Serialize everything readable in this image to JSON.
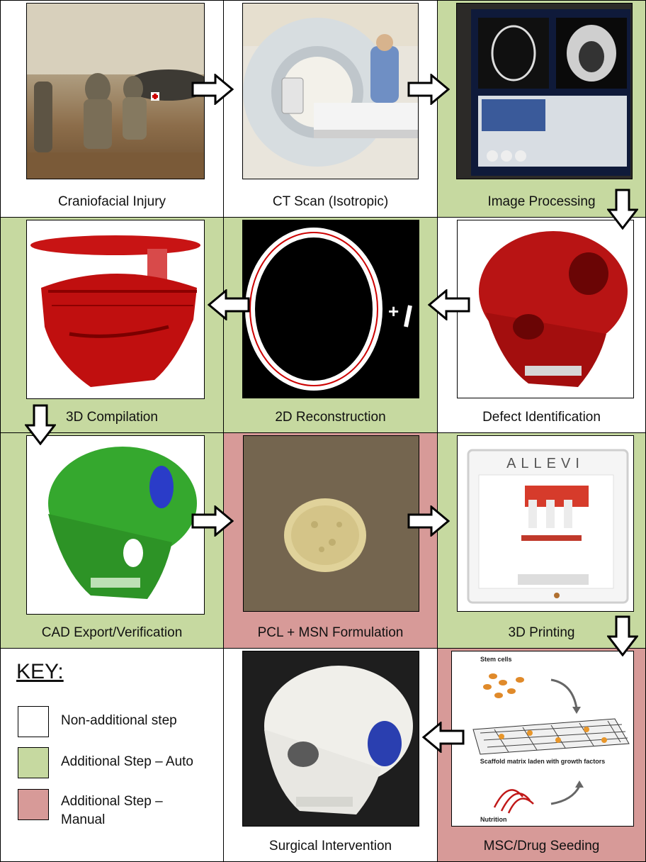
{
  "steps": {
    "s1": "Craniofacial Injury",
    "s2": "CT Scan (Isotropic)",
    "s3": "Image Processing",
    "s4": "3D Compilation",
    "s5": "2D Reconstruction",
    "s6": "Defect Identification",
    "s7": "CAD Export/Verification",
    "s8": "PCL + MSN Formulation",
    "s9": "3D Printing",
    "s10": "Surgical Intervention",
    "s11": "MSC/Drug Seeding"
  },
  "printer_brand": "ALLEVI",
  "seeding_image": {
    "stem_cells": "Stem cells",
    "scaffold": "Scaffold matrix laden with growth factors",
    "nutrition": "Nutrition"
  },
  "key": {
    "title": "KEY:",
    "non_additional": "Non-additional step",
    "auto": "Additional Step – Auto",
    "manual_line1": "Additional Step –",
    "manual_line2": "Manual"
  },
  "colors": {
    "non_additional": "#ffffff",
    "auto": "#c6d9a0",
    "manual": "#d79a98"
  }
}
